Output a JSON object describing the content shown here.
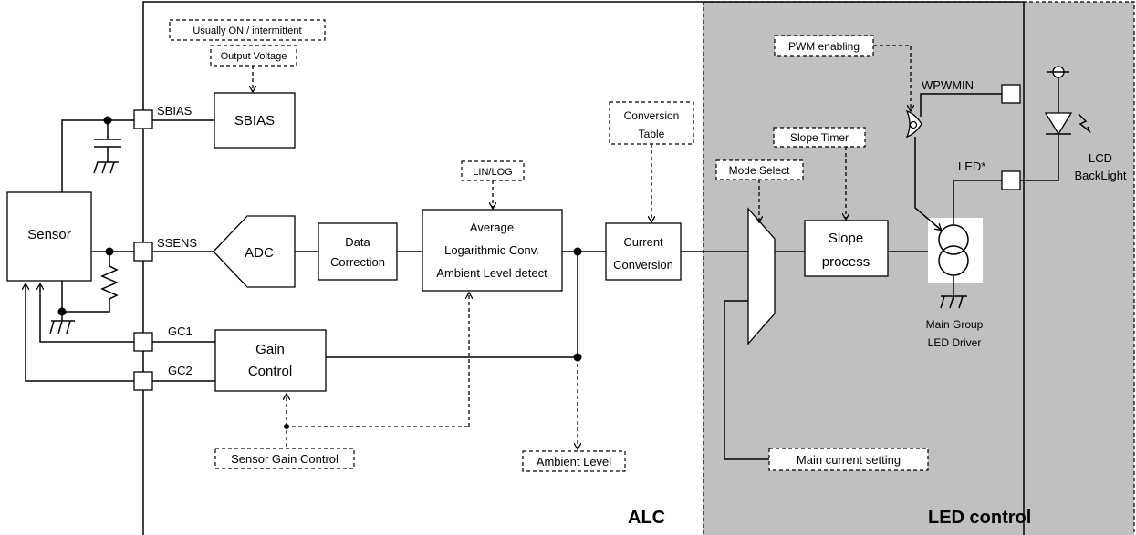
{
  "notes": {
    "usually_on": "Usually ON / intermittent",
    "output_voltage": "Output Voltage",
    "lin_log": "LIN/LOG",
    "conversion_table_1": "Conversion",
    "conversion_table_2": "Table",
    "mode_select": "Mode Select",
    "slope_timer": "Slope Timer",
    "pwm_enabling": "PWM enabling",
    "sensor_gain_control": "Sensor Gain Control",
    "ambient_level": "Ambient Level",
    "main_current_setting": "Main current setting"
  },
  "blocks": {
    "sensor": "Sensor",
    "sbias": "SBIAS",
    "adc": "ADC",
    "data_correction_1": "Data",
    "data_correction_2": "Correction",
    "average_1": "Average",
    "average_2": "Logarithmic Conv.",
    "average_3": "Ambient Level detect",
    "current_conversion_1": "Current",
    "current_conversion_2": "Conversion",
    "gain_control_1": "Gain",
    "gain_control_2": "Control",
    "slope_1": "Slope",
    "slope_2": "process"
  },
  "pins": {
    "sbias": "SBIAS",
    "ssens": "SSENS",
    "gc1": "GC1",
    "gc2": "GC2",
    "wpwmin": "WPWMIN",
    "led": "LED*"
  },
  "labels": {
    "driver_1": "Main Group",
    "driver_2": "LED Driver",
    "lcd_1": "LCD",
    "lcd_2": "BackLight",
    "alc": "ALC",
    "led_control": "LED control"
  },
  "colors": {
    "led_control_region": "#c0c0c0",
    "stroke": "#000000"
  }
}
